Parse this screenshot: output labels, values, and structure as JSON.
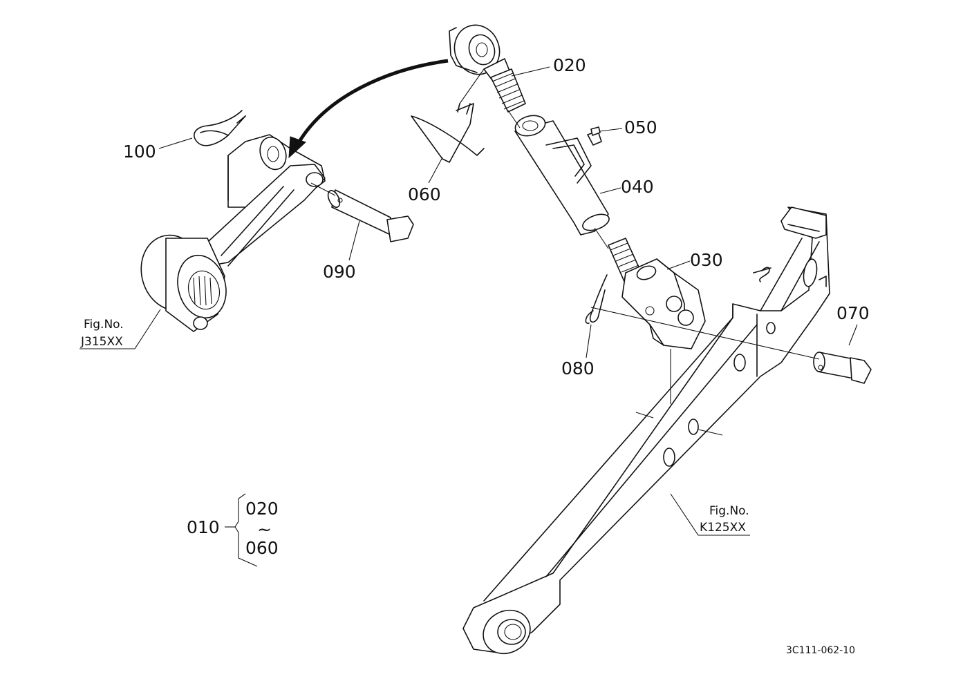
{
  "callouts": {
    "p020": "020",
    "p050": "050",
    "p040": "040",
    "p030": "030",
    "p070": "070",
    "p080": "080",
    "p060": "060",
    "p090": "090",
    "p100": "100"
  },
  "assembly": {
    "main": "010",
    "range_start": "020",
    "range_sep": "~",
    "range_end": "060"
  },
  "references": {
    "left_fig_label": "Fig.No.",
    "left_fig_code": "J315XX",
    "right_fig_label": "Fig.No.",
    "right_fig_code": "K125XX"
  },
  "drawing_code": "3C111-062-10"
}
